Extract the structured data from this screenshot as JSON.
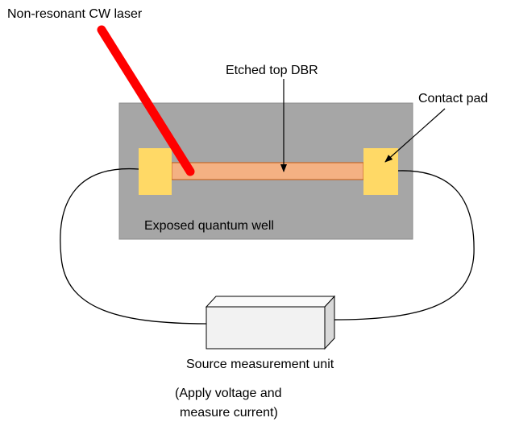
{
  "labels": {
    "laser": "Non-resonant CW laser",
    "dbr": "Etched top DBR",
    "pad": "Contact pad",
    "well": "Exposed quantum well",
    "smu": "Source measurement unit",
    "smu_note_line1": "(Apply voltage and",
    "smu_note_line2": "measure current)"
  },
  "colors": {
    "chip": "#a6a6a6",
    "chip_edge": "#8c8c8c",
    "waveguide": "#f4b183",
    "waveguide_edge": "#c55a11",
    "pad": "#ffd966",
    "laser": "#ff0000",
    "box_front": "#f2f2f2",
    "box_top": "#fafafa",
    "box_side": "#d9d9d9"
  }
}
